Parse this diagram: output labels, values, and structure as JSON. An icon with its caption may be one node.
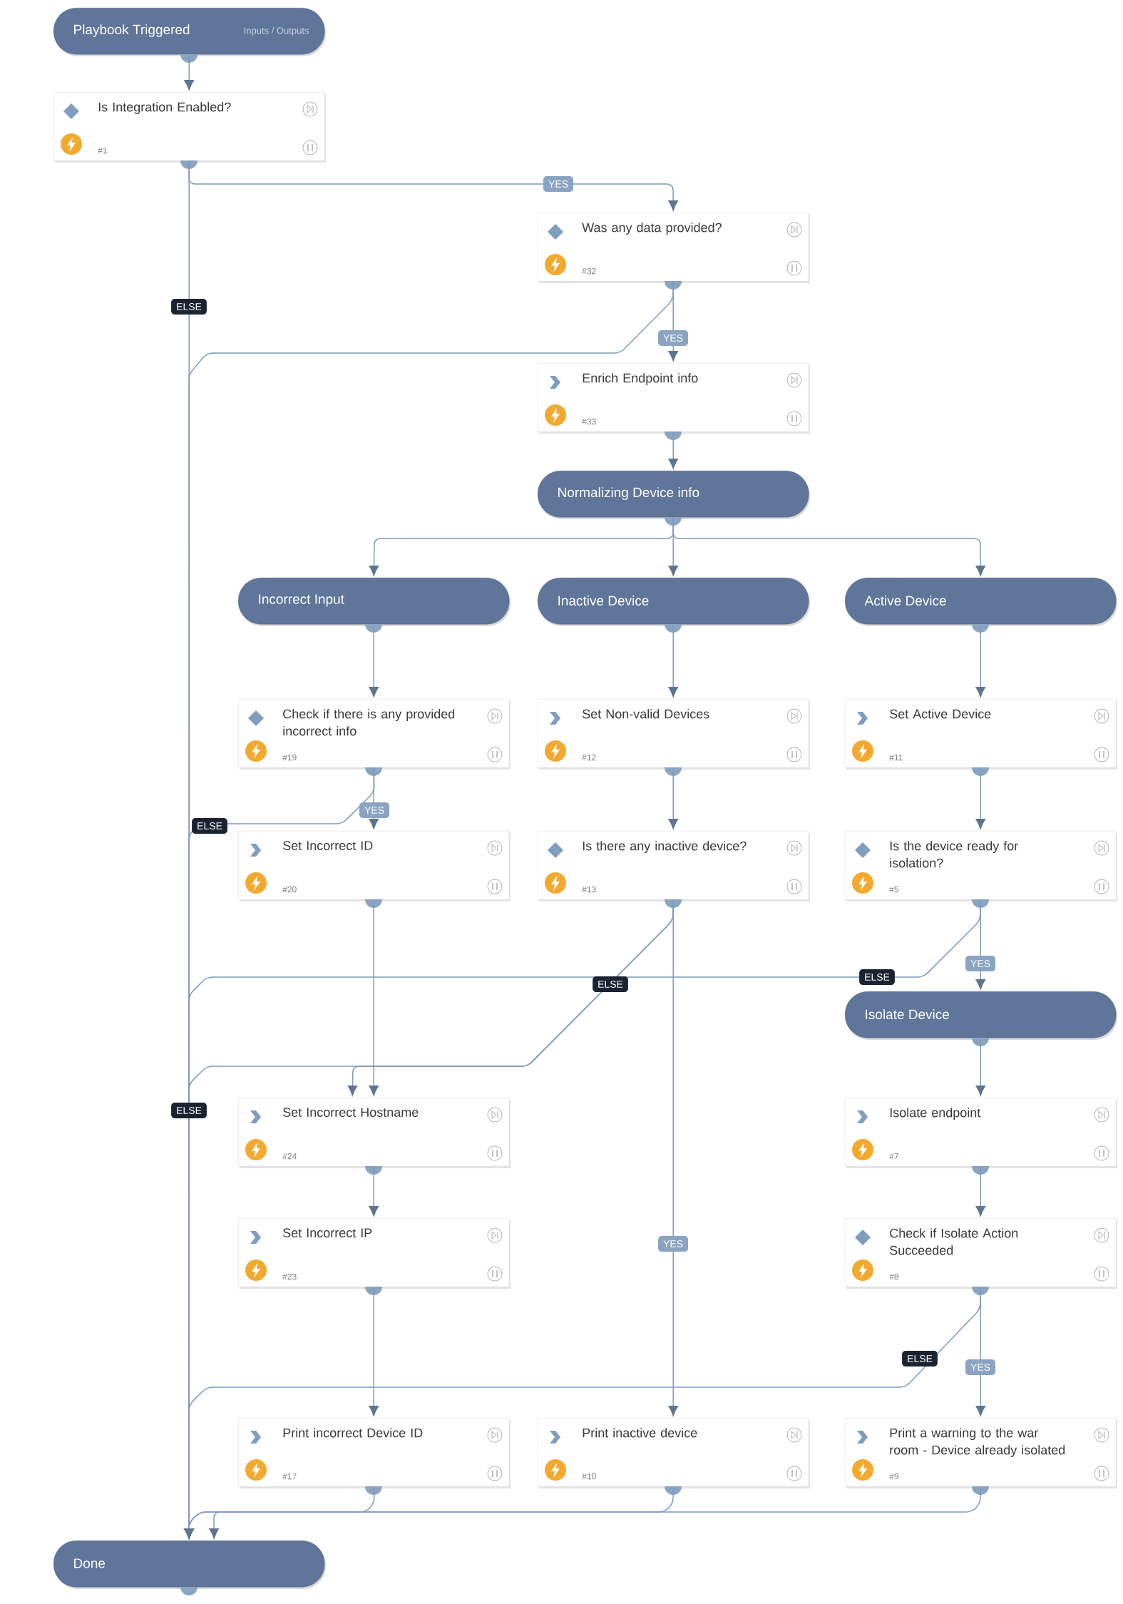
{
  "diagram": {
    "nodes": [
      {
        "text": [
          "Playbook Triggered",
          "Inputs / Outputs"
        ]
      },
      {
        "text": [
          "Is Integration Enabled?",
          "#1"
        ]
      },
      {
        "text": [
          "Was any data provided?",
          "#32"
        ]
      },
      {
        "text": [
          "Enrich Endpoint info",
          "#33"
        ]
      },
      {
        "text": [
          "Normalizing Device info"
        ]
      },
      {
        "text": [
          "Incorrect Input"
        ]
      },
      {
        "text": [
          "Inactive Device"
        ]
      },
      {
        "text": [
          "Active Device"
        ]
      },
      {
        "text": [
          "Check if there is any provided incorrect info",
          "#19"
        ]
      },
      {
        "text": [
          "Set Non-valid Devices",
          "#12"
        ]
      },
      {
        "text": [
          "Set Active Device",
          "#11"
        ]
      },
      {
        "text": [
          "Set Incorrect ID",
          "#20"
        ]
      },
      {
        "text": [
          "Is there any inactive device?",
          "#13"
        ]
      },
      {
        "text": [
          "Is the device ready for isolation?",
          "#5"
        ]
      },
      {
        "text": [
          "Isolate Device"
        ]
      },
      {
        "text": [
          "Set Incorrect Hostname",
          "#24"
        ]
      },
      {
        "text": [
          "Isolate endpoint",
          "#7"
        ]
      },
      {
        "text": [
          "Set Incorrect IP",
          "#23"
        ]
      },
      {
        "text": [
          "Check if Isolate Action Succeeded",
          "#8"
        ]
      },
      {
        "text": [
          "Print incorrect Device ID",
          "#17"
        ]
      },
      {
        "text": [
          "Print inactive device",
          "#10"
        ]
      },
      {
        "text": [
          "Print a warning to the war room - Device already isolated",
          "#9"
        ]
      },
      {
        "text": [
          "Done"
        ]
      }
    ],
    "edges": [
      {
        "from": 0,
        "to": 1,
        "arrow": "to"
      },
      {
        "from": 1,
        "to": 2,
        "arrow": "to",
        "label": "YES"
      },
      {
        "from": 1,
        "to": 22,
        "arrow": "to",
        "label": "ELSE"
      },
      {
        "from": 2,
        "to": 3,
        "arrow": "to",
        "label": "YES"
      },
      {
        "from": 2,
        "to": 22,
        "arrow": "to"
      },
      {
        "from": 3,
        "to": 4,
        "arrow": "to"
      },
      {
        "from": 4,
        "to": 5,
        "arrow": "to"
      },
      {
        "from": 4,
        "to": 6,
        "arrow": "to"
      },
      {
        "from": 4,
        "to": 7,
        "arrow": "to"
      },
      {
        "from": 5,
        "to": 8,
        "arrow": "to"
      },
      {
        "from": 6,
        "to": 9,
        "arrow": "to"
      },
      {
        "from": 7,
        "to": 10,
        "arrow": "to"
      },
      {
        "from": 8,
        "to": 11,
        "arrow": "to",
        "label": "YES"
      },
      {
        "from": 8,
        "to": 22,
        "arrow": "to",
        "label": "ELSE"
      },
      {
        "from": 9,
        "to": 12,
        "arrow": "to"
      },
      {
        "from": 10,
        "to": 13,
        "arrow": "to"
      },
      {
        "from": 11,
        "to": 15,
        "arrow": "to"
      },
      {
        "from": 12,
        "to": 15,
        "arrow": "to",
        "label": "ELSE"
      },
      {
        "from": 12,
        "to": 22,
        "arrow": "to",
        "label": "ELSE"
      },
      {
        "from": 12,
        "to": 20,
        "arrow": "to",
        "label": "YES"
      },
      {
        "from": 13,
        "to": 14,
        "arrow": "to",
        "label": "YES"
      },
      {
        "from": 13,
        "to": 22,
        "arrow": "to",
        "label": "ELSE"
      },
      {
        "from": 14,
        "to": 16,
        "arrow": "to"
      },
      {
        "from": 15,
        "to": 17,
        "arrow": "to"
      },
      {
        "from": 16,
        "to": 18,
        "arrow": "to"
      },
      {
        "from": 17,
        "to": 19,
        "arrow": "to"
      },
      {
        "from": 18,
        "to": 21,
        "arrow": "to",
        "label": "YES"
      },
      {
        "from": 18,
        "to": 22,
        "arrow": "to",
        "label": "ELSE"
      },
      {
        "from": 19,
        "to": 22,
        "arrow": "to"
      },
      {
        "from": 20,
        "to": 22,
        "arrow": "to"
      },
      {
        "from": 21,
        "to": 22,
        "arrow": "to"
      }
    ]
  }
}
